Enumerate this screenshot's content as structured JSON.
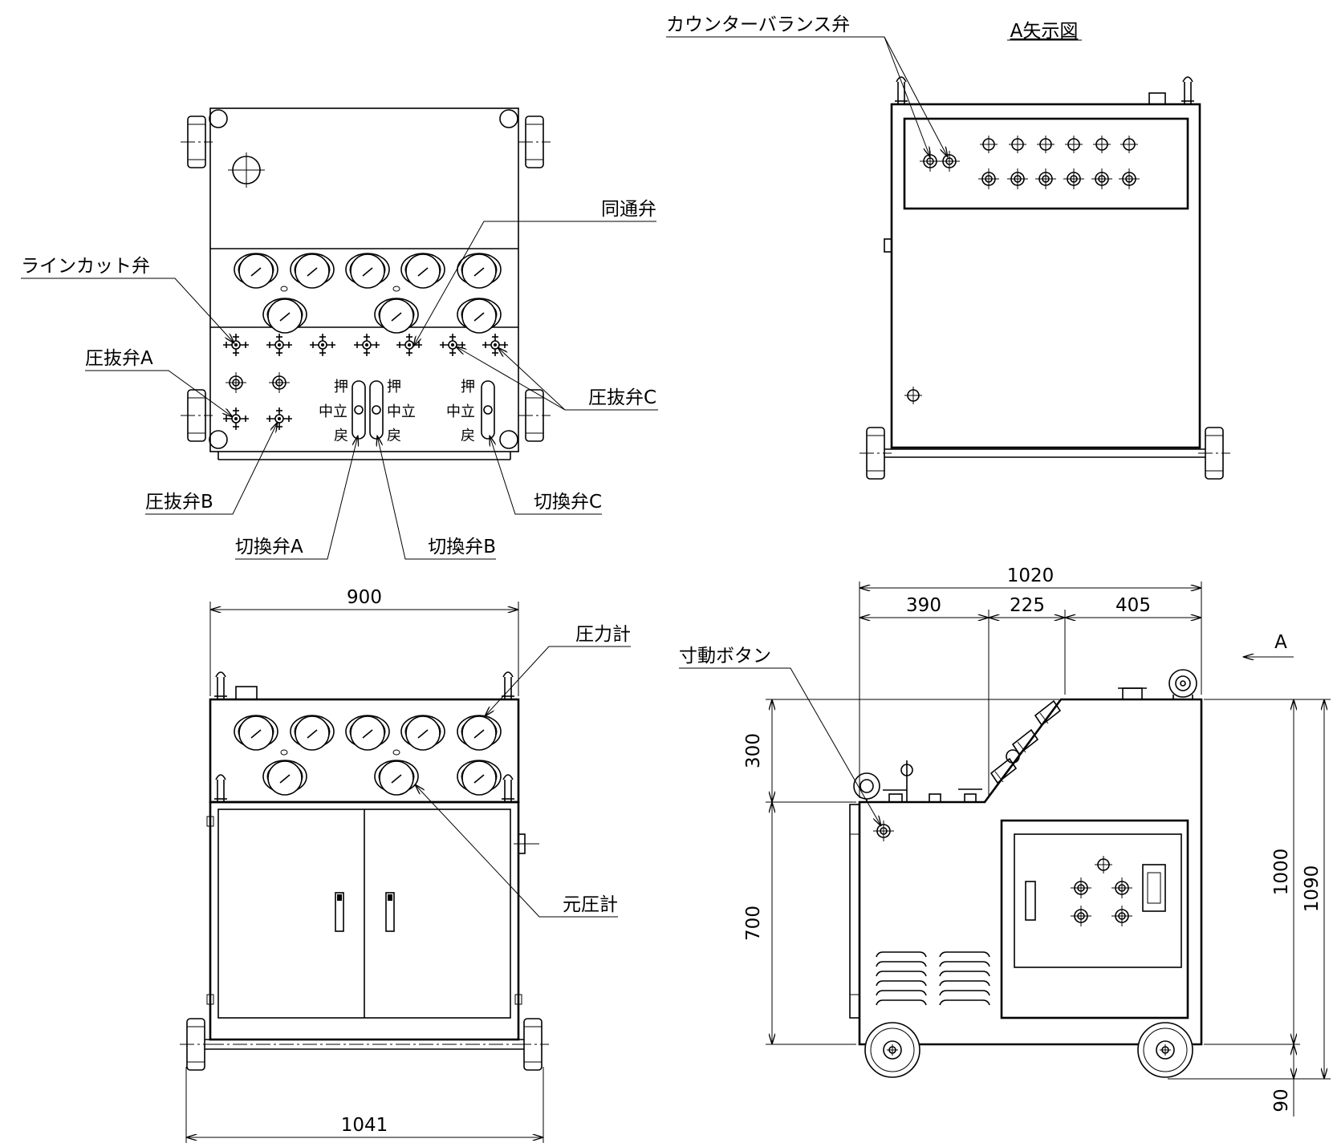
{
  "labels": {
    "counterbalance": "カウンターバランス弁",
    "view_a_title": "A矢示図",
    "dotsu": "同通弁",
    "linecut": "ラインカット弁",
    "atsunuki_a": "圧抜弁A",
    "atsunuki_b": "圧抜弁B",
    "atsunuki_c": "圧抜弁C",
    "kirikae_a": "切換弁A",
    "kirikae_b": "切換弁B",
    "kirikae_c": "切換弁C",
    "pressure_gauge": "圧力計",
    "source_gauge": "元圧計",
    "inching": "寸動ボタン",
    "arrow_a": "A"
  },
  "lever": {
    "push": "押",
    "neutral": "中立",
    "return": "戻"
  },
  "dimensions": {
    "front_width": "900",
    "overall_width": "1041",
    "side_total": "1020",
    "side_seg1": "390",
    "side_seg2": "225",
    "side_seg3": "405",
    "h_300": "300",
    "h_700": "700",
    "h_1000": "1000",
    "h_1090": "1090",
    "h_90": "90"
  }
}
